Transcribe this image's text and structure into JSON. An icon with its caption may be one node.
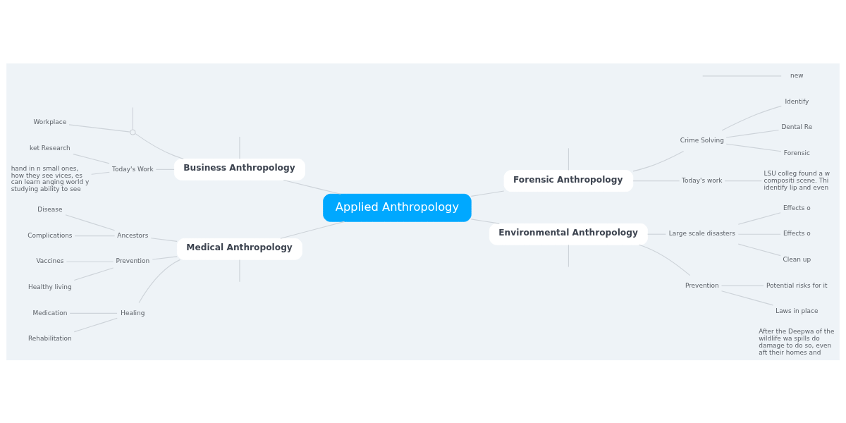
{
  "diagram": {
    "nodes": [
      {
        "text": [
          "Applied Anthropology"
        ]
      },
      {
        "text": [
          "Business Anthropology"
        ]
      },
      {
        "text": [],
        "shape": "circle"
      },
      {
        "text": [
          "Workplace"
        ]
      },
      {
        "text": [
          "Today's Work"
        ]
      },
      {
        "text": [
          "ket Research"
        ]
      },
      {
        "text": [
          "hand in n small ones, how they see vices, es can learn anging world y studying ability to see"
        ]
      },
      {
        "text": [
          "Forensic Anthropology"
        ]
      },
      {
        "text": [
          "new"
        ]
      },
      {
        "text": [
          "Crime Solving"
        ]
      },
      {
        "text": [
          "Identify"
        ]
      },
      {
        "text": [
          "Dental Re"
        ]
      },
      {
        "text": [
          "Forensic"
        ]
      },
      {
        "text": [
          "Today's work"
        ]
      },
      {
        "text": [
          "LSU colleg found a w compositi scene. Thi identify lip and even"
        ]
      },
      {
        "text": [
          "Medical Anthropology"
        ]
      },
      {
        "text": [
          "Ancestors"
        ]
      },
      {
        "text": [
          "Disease"
        ]
      },
      {
        "text": [
          "Complications"
        ]
      },
      {
        "text": [
          "Prevention"
        ]
      },
      {
        "text": [
          "Vaccines"
        ]
      },
      {
        "text": [
          "Healthy living"
        ]
      },
      {
        "text": [
          "Healing"
        ]
      },
      {
        "text": [
          "Medication"
        ]
      },
      {
        "text": [
          "Rehabilitation"
        ]
      },
      {
        "text": [
          "Environmental Anthropology"
        ]
      },
      {
        "text": [
          "Large scale disasters"
        ]
      },
      {
        "text": [
          "Effects o"
        ]
      },
      {
        "text": [
          "Effects o"
        ]
      },
      {
        "text": [
          "Clean up"
        ]
      },
      {
        "text": [
          "Prevention"
        ]
      },
      {
        "text": [
          "Potential risks for it"
        ]
      },
      {
        "text": [
          "Laws in place"
        ]
      },
      {
        "text": [
          "After the Deepwa of the wildlife wa spills do damage to do so, even aft their homes and"
        ]
      }
    ],
    "edges": [
      {
        "from": 0,
        "to": 1,
        "arrow": "none"
      },
      {
        "from": 0,
        "to": 7,
        "arrow": "none"
      },
      {
        "from": 0,
        "to": 15,
        "arrow": "none"
      },
      {
        "from": 0,
        "to": 25,
        "arrow": "none"
      },
      {
        "from": 1,
        "to": null,
        "arrow": "none"
      },
      {
        "from": 1,
        "to": 2,
        "arrow": "none"
      },
      {
        "from": 2,
        "to": null,
        "arrow": "none"
      },
      {
        "from": 2,
        "to": 3,
        "arrow": "none"
      },
      {
        "from": 1,
        "to": 4,
        "arrow": "none"
      },
      {
        "from": 4,
        "to": 5,
        "arrow": "none"
      },
      {
        "from": 4,
        "to": 6,
        "arrow": "none"
      },
      {
        "from": 7,
        "to": null,
        "arrow": "none"
      },
      {
        "from": null,
        "to": 8,
        "arrow": "none"
      },
      {
        "from": 7,
        "to": 9,
        "arrow": "none"
      },
      {
        "from": 9,
        "to": 10,
        "arrow": "none"
      },
      {
        "from": 9,
        "to": 11,
        "arrow": "none"
      },
      {
        "from": 9,
        "to": 12,
        "arrow": "none"
      },
      {
        "from": 7,
        "to": 13,
        "arrow": "none"
      },
      {
        "from": 13,
        "to": 14,
        "arrow": "none"
      },
      {
        "from": 15,
        "to": 16,
        "arrow": "none"
      },
      {
        "from": 16,
        "to": 17,
        "arrow": "none"
      },
      {
        "from": 16,
        "to": 18,
        "arrow": "none"
      },
      {
        "from": 15,
        "to": 19,
        "arrow": "none"
      },
      {
        "from": 19,
        "to": 20,
        "arrow": "none"
      },
      {
        "from": 19,
        "to": 21,
        "arrow": "none"
      },
      {
        "from": 15,
        "to": 22,
        "arrow": "none"
      },
      {
        "from": 22,
        "to": 23,
        "arrow": "none"
      },
      {
        "from": 22,
        "to": 24,
        "arrow": "none"
      },
      {
        "from": 15,
        "to": null,
        "arrow": "none"
      },
      {
        "from": 25,
        "to": 26,
        "arrow": "none"
      },
      {
        "from": 26,
        "to": 27,
        "arrow": "none"
      },
      {
        "from": 26,
        "to": 28,
        "arrow": "none"
      },
      {
        "from": 26,
        "to": 29,
        "arrow": "none"
      },
      {
        "from": 25,
        "to": 30,
        "arrow": "none"
      },
      {
        "from": 30,
        "to": 31,
        "arrow": "none"
      },
      {
        "from": 30,
        "to": 32,
        "arrow": "none"
      },
      {
        "from": 25,
        "to": null,
        "arrow": "none"
      }
    ]
  }
}
